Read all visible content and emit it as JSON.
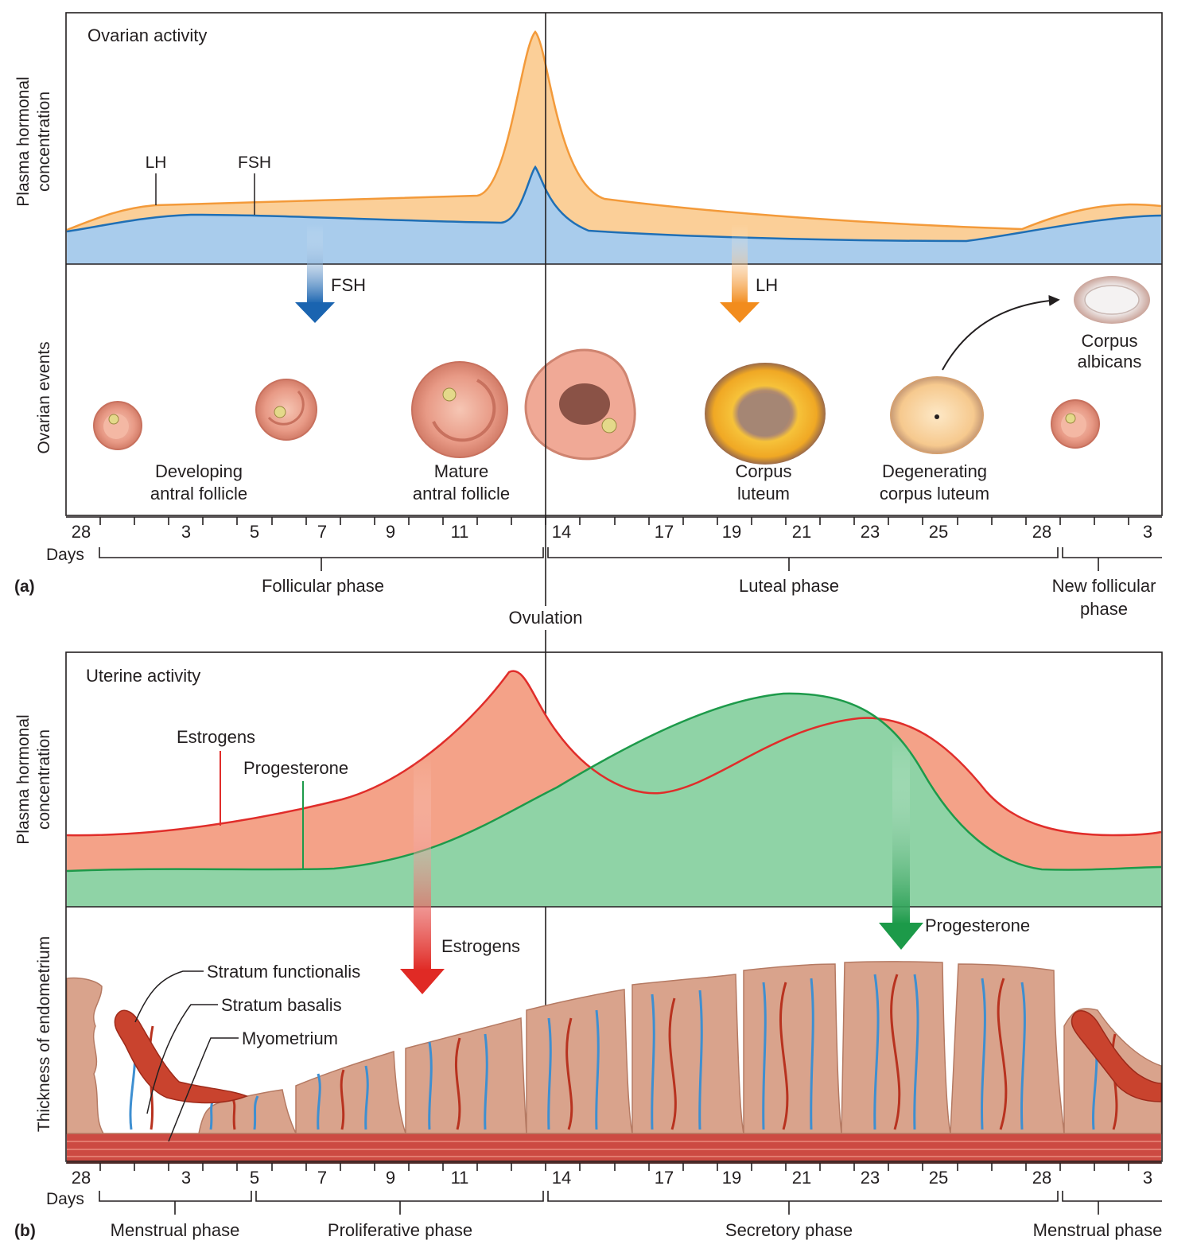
{
  "panel_a": {
    "letter": "(a)",
    "title": "Ovarian activity",
    "y_axis_top": [
      "Plasma hormonal",
      "concentration"
    ],
    "y_axis_bottom": "Ovarian events",
    "curve_labels": {
      "lh": "LH",
      "fsh": "FSH"
    },
    "arrow_labels": {
      "fsh": "FSH",
      "lh": "LH"
    },
    "structures": {
      "developing": [
        "Developing",
        "antral follicle"
      ],
      "mature": [
        "Mature",
        "antral follicle"
      ],
      "corpus_luteum": [
        "Corpus",
        "luteum"
      ],
      "degenerating": [
        "Degenerating",
        "corpus luteum"
      ],
      "albicans": [
        "Corpus",
        "albicans"
      ]
    },
    "days_label": "Days",
    "day_ticks": [
      "28",
      "3",
      "5",
      "7",
      "9",
      "11",
      "14",
      "17",
      "19",
      "21",
      "23",
      "25",
      "28",
      "3"
    ],
    "phases": {
      "follicular": "Follicular phase",
      "luteal": "Luteal phase",
      "new_follicular": [
        "New follicular",
        "phase"
      ]
    }
  },
  "ovulation_label": "Ovulation",
  "panel_b": {
    "letter": "(b)",
    "title": "Uterine activity",
    "y_axis_top": [
      "Plasma hormonal",
      "concentration"
    ],
    "y_axis_bottom": "Thickness of endometrium",
    "curve_labels": {
      "estrogens": "Estrogens",
      "progesterone": "Progesterone"
    },
    "arrow_labels": {
      "estrogens": "Estrogens",
      "progesterone": "Progesterone"
    },
    "layer_labels": {
      "functionalis": "Stratum functionalis",
      "basalis": "Stratum basalis",
      "myometrium": "Myometrium"
    },
    "days_label": "Days",
    "day_ticks": [
      "28",
      "3",
      "5",
      "7",
      "9",
      "11",
      "14",
      "17",
      "19",
      "21",
      "23",
      "25",
      "28",
      "3"
    ],
    "phases": {
      "menstrual": "Menstrual phase",
      "proliferative": "Proliferative phase",
      "secretory": "Secretory phase",
      "menstrual_2": "Menstrual phase"
    }
  },
  "colors": {
    "lh_fill": "#fbcf98",
    "lh_line": "#f39a3a",
    "fsh_fill": "#a9ccec",
    "fsh_line": "#1f6fb5",
    "estrogen_fill": "#f4a288",
    "estrogen_line": "#e02d2a",
    "progesterone_fill": "#8fd3a6",
    "progesterone_line": "#1d9a4a",
    "fsh_arrow": "#1a64b0",
    "lh_arrow": "#f28c1d",
    "estrogen_arrow": "#e02a25",
    "progesterone_arrow": "#1c9a49",
    "endometrium": "#d9a38c",
    "myometrium": "#cc4a42",
    "vessel_red": "#b8321f",
    "vessel_blue": "#3e8fd1"
  }
}
